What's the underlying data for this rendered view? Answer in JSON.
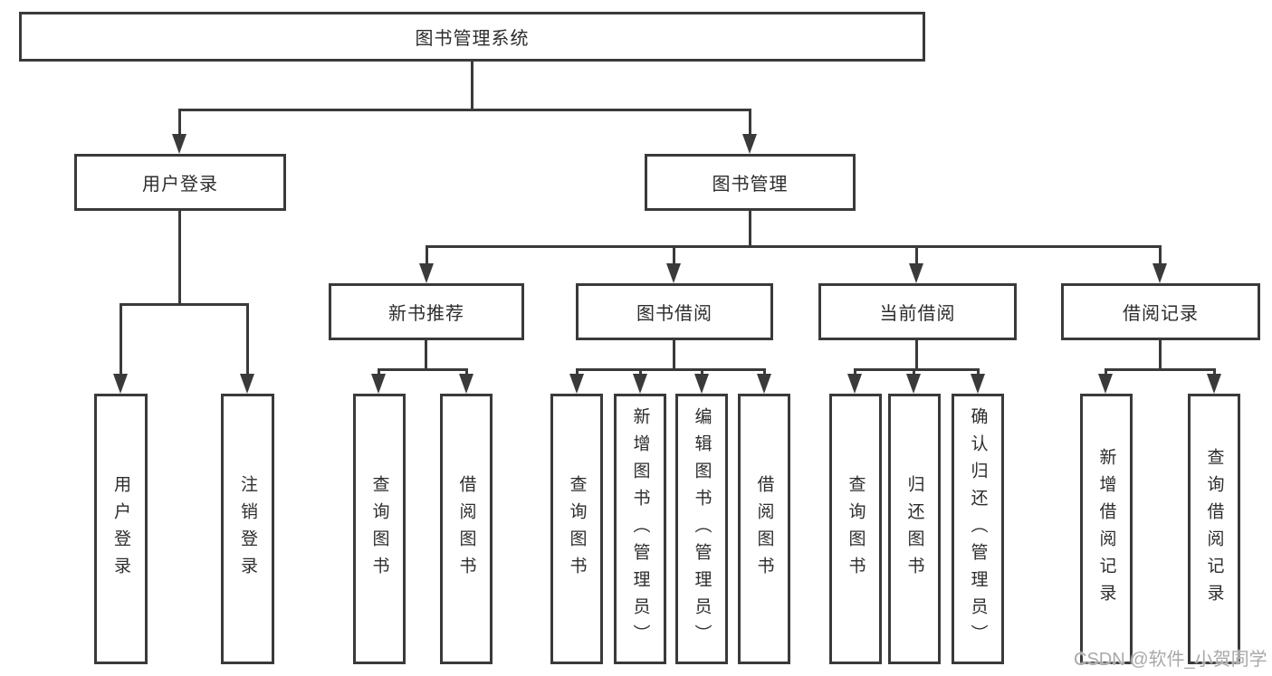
{
  "colors": {
    "line": "#3a3a3a",
    "text": "#2d2d2d",
    "watermark": "#a9a9a9",
    "background": "#ffffff"
  },
  "nodes": {
    "root": {
      "label": "图书管理系统"
    },
    "user_login": {
      "label": "用户登录"
    },
    "book_mgmt": {
      "label": "图书管理"
    },
    "new_books": {
      "label": "新书推荐"
    },
    "book_borrow": {
      "label": "图书借阅"
    },
    "current_borrow": {
      "label": "当前借阅"
    },
    "borrow_records": {
      "label": "借阅记录"
    },
    "ul_login": {
      "label": "用户登录"
    },
    "ul_logout": {
      "label": "注销登录"
    },
    "nb_query": {
      "label": "查询图书"
    },
    "nb_borrow": {
      "label": "借阅图书"
    },
    "bb_query": {
      "label": "查询图书"
    },
    "bb_add": {
      "label": "新增图书（管理员）"
    },
    "bb_edit": {
      "label": "编辑图书（管理员）"
    },
    "bb_borrow": {
      "label": "借阅图书"
    },
    "cb_query": {
      "label": "查询图书"
    },
    "cb_return": {
      "label": "归还图书"
    },
    "cb_confirm": {
      "label": "确认归还（管理员）"
    },
    "br_add": {
      "label": "新增借阅记录"
    },
    "br_query": {
      "label": "查询借阅记录"
    }
  },
  "structure": {
    "图书管理系统": {
      "用户登录": [
        "用户登录",
        "注销登录"
      ],
      "图书管理": {
        "新书推荐": [
          "查询图书",
          "借阅图书"
        ],
        "图书借阅": [
          "查询图书",
          "新增图书（管理员）",
          "编辑图书（管理员）",
          "借阅图书"
        ],
        "当前借阅": [
          "查询图书",
          "归还图书",
          "确认归还（管理员）"
        ],
        "借阅记录": [
          "新增借阅记录",
          "查询借阅记录"
        ]
      }
    }
  },
  "watermark": {
    "text": "CSDN @软件_小贺同学"
  }
}
